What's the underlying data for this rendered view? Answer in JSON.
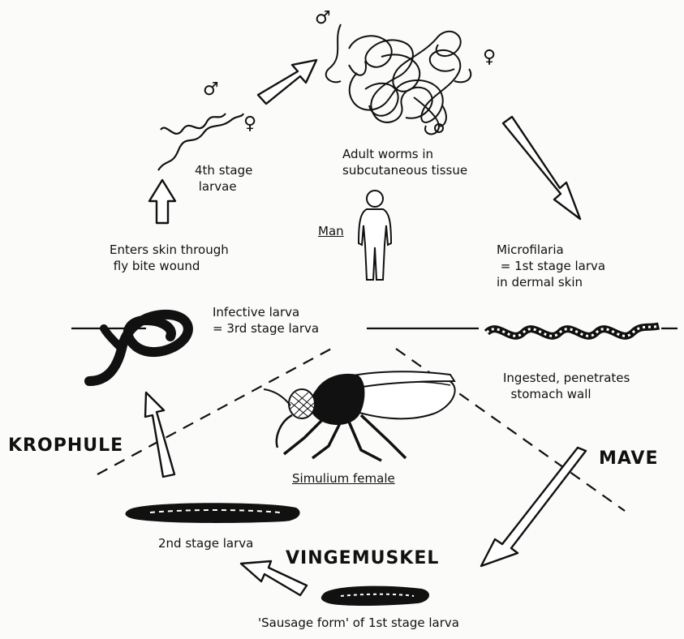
{
  "labels": {
    "adult_worms": "Adult worms in\nsubcutaneous tissue",
    "fourth_stage": "4th stage\n larvae",
    "man": "Man",
    "enters_skin": "Enters skin through\n fly bite wound",
    "microfilaria": "Microfilaria\n = 1st stage larva\nin dermal skin",
    "infective": "Infective larva\n= 3rd stage larva",
    "ingested": "Ingested, penetrates\n  stomach wall",
    "simulium": "Simulium female",
    "second_stage": "2nd stage larva",
    "sausage": "'Sausage form' of 1st stage larva"
  },
  "regions": {
    "krophule": "KROPHULE",
    "mave": "MAVE",
    "vingemuskel": "VINGEMUSKEL"
  },
  "symbols": {
    "male": "♂",
    "female": "♀"
  },
  "colors": {
    "ink": "#111111",
    "paper": "#fbfbfa"
  }
}
